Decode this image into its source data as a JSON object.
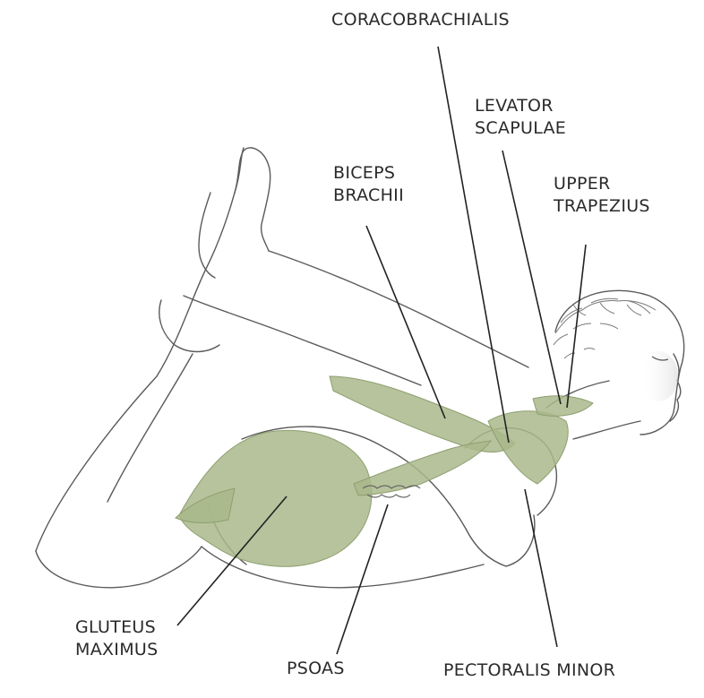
{
  "figure": {
    "palette": {
      "muscle": "#a9b98b",
      "muscle_dark": "#8e9f70",
      "outline": "#5a5a5a",
      "leader": "#222222",
      "shadow": "#c9c9c9"
    },
    "labels": {
      "coracobrachialis": [
        "CORACOBRACHIALIS"
      ],
      "levator_scapulae": [
        "LEVATOR",
        "SCAPULAE"
      ],
      "biceps_brachii": [
        "BICEPS",
        "BRACHII"
      ],
      "upper_trapezius": [
        "UPPER",
        "TRAPEZIUS"
      ],
      "gluteus_maximus": [
        "GLUTEUS",
        "MAXIMUS"
      ],
      "psoas": [
        "PSOAS"
      ],
      "pectoralis_minor": [
        "PECTORALIS MINOR"
      ]
    }
  }
}
